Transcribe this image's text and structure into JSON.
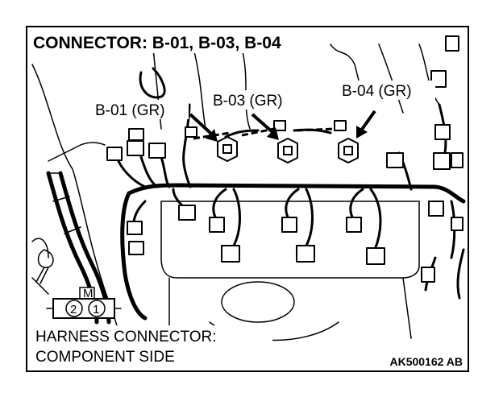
{
  "diagram": {
    "title": "CONNECTOR: B-01, B-03, B-04",
    "callouts": [
      {
        "id": "b01",
        "label": "B-01 (GR)"
      },
      {
        "id": "b03",
        "label": "B-03 (GR)"
      },
      {
        "id": "b04",
        "label": "B-04 (GR)"
      }
    ],
    "legend_connector": {
      "mark": "M",
      "pins": [
        "2",
        "1"
      ]
    },
    "footer": {
      "line1": "HARNESS CONNECTOR:",
      "line2": "COMPONENT SIDE"
    },
    "figure_code": "AK500162 AB"
  }
}
